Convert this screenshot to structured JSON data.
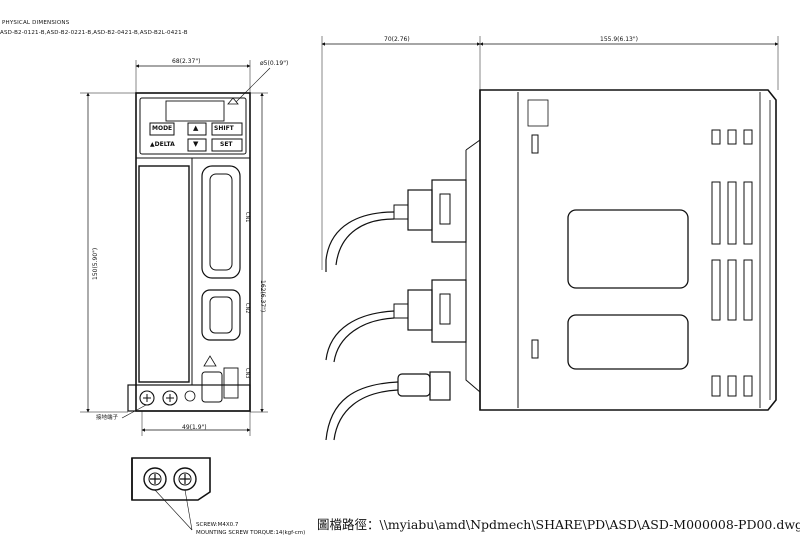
{
  "header": {
    "title": "PHYSICAL DIMENSIONS",
    "models": "ASD-B2-0121-B,ASD-B2-0221-B,ASD-B2-0421-B,ASD-B2L-0421-B"
  },
  "front_view": {
    "width_top": "68(2.37\")",
    "hole_dia": "ø5(0.19\")",
    "height_inner": "150(5.90\")",
    "height_outer": "162(6.37\")",
    "width_bottom": "49(1.9\")",
    "ground_label": "接地端子",
    "buttons": {
      "mode": "MODE",
      "up": "▲",
      "shift": "SHIFT",
      "down": "▼",
      "set": "SET"
    },
    "brand": "▲DELTA",
    "side_labels": [
      "CN1",
      "CN2",
      "CN3"
    ]
  },
  "side_view": {
    "depth_left": "70(2.76)",
    "depth_right": "155.9(6.13\")"
  },
  "detail": {
    "screw_label": "SCREW:M4X0.7",
    "torque_label": "MOUNTING SCREW TORQUE:14(kgf-cm)"
  },
  "footer": {
    "path_text": "圖檔路徑：\\\\myiabu\\amd\\Npdmech\\SHARE\\PD\\ASD\\ASD-M000008-PD00.dwg"
  }
}
